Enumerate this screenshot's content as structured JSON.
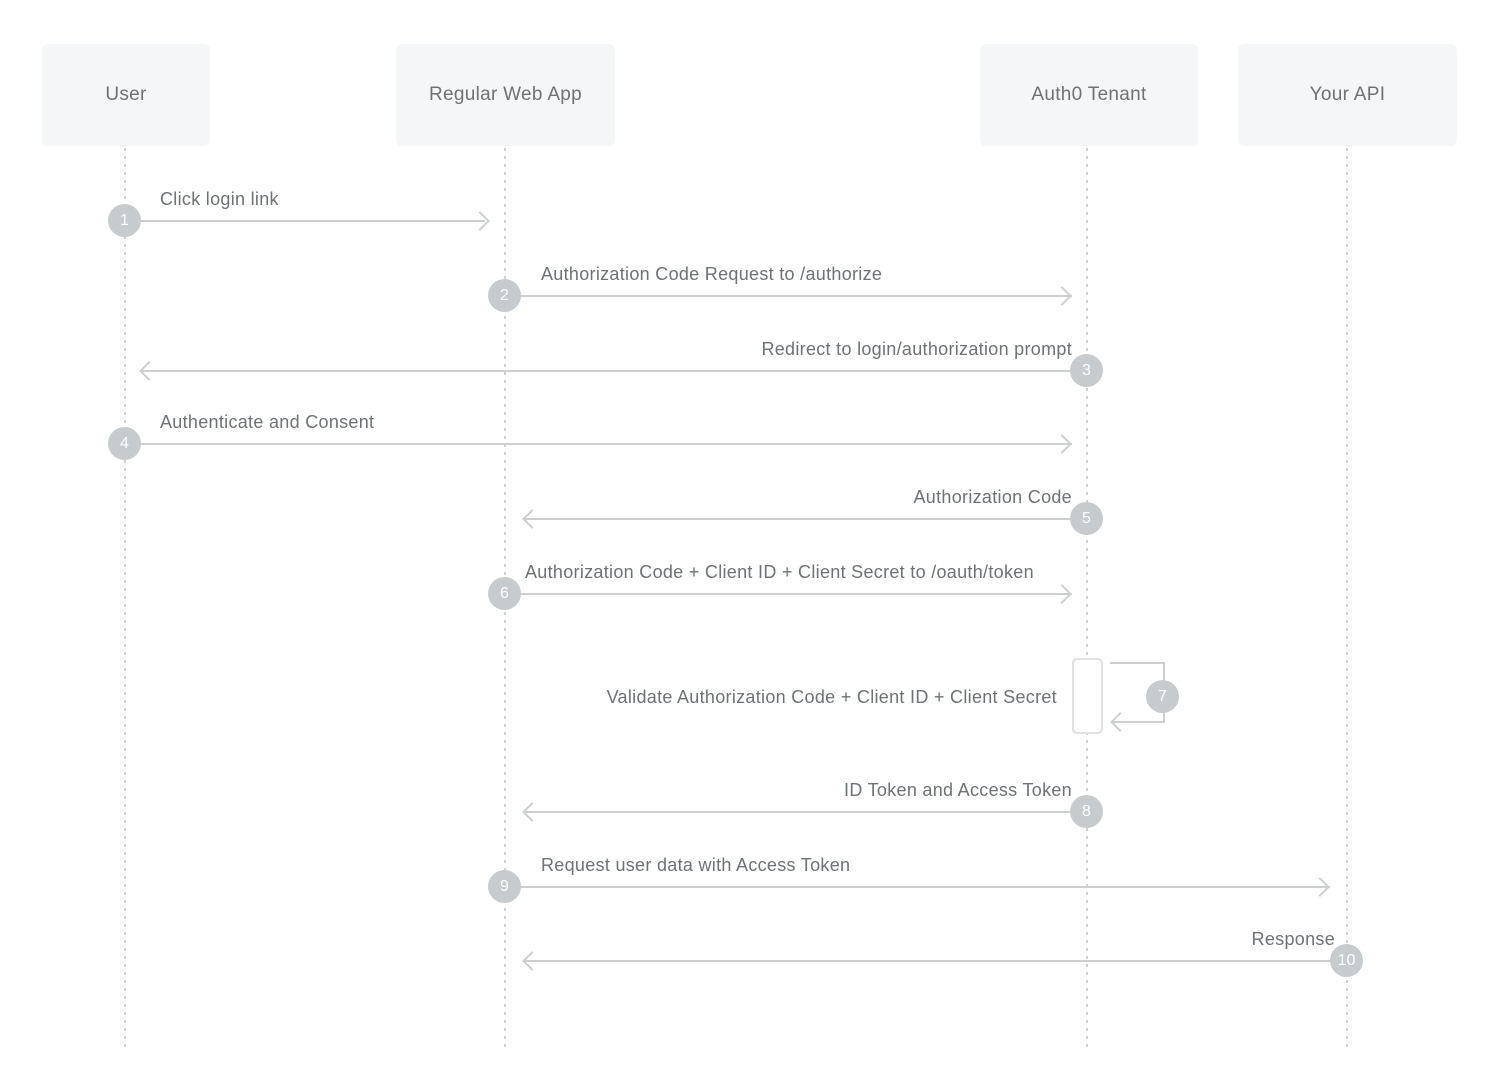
{
  "diagram": {
    "kind": "sequence-diagram",
    "actors": [
      {
        "name": "User"
      },
      {
        "name": "Regular Web App"
      },
      {
        "name": "Auth0 Tenant"
      },
      {
        "name": "Your API"
      }
    ],
    "steps": [
      {
        "number": "1",
        "label": "Click login link",
        "from": "User",
        "to": "Regular Web App"
      },
      {
        "number": "2",
        "label": "Authorization Code Request to /authorize",
        "from": "Regular Web App",
        "to": "Auth0 Tenant"
      },
      {
        "number": "3",
        "label": "Redirect to login/authorization prompt",
        "from": "Auth0 Tenant",
        "to": "User"
      },
      {
        "number": "4",
        "label": "Authenticate and Consent",
        "from": "User",
        "to": "Auth0 Tenant"
      },
      {
        "number": "5",
        "label": "Authorization Code",
        "from": "Auth0 Tenant",
        "to": "Regular Web App"
      },
      {
        "number": "6",
        "label": "Authorization Code + Client ID + Client Secret to /oauth/token",
        "from": "Regular Web App",
        "to": "Auth0 Tenant"
      },
      {
        "number": "7",
        "label": "Validate Authorization Code + Client ID + Client Secret",
        "from": "Auth0 Tenant",
        "to": "Auth0 Tenant",
        "self_message": true
      },
      {
        "number": "8",
        "label": "ID Token and Access Token",
        "from": "Auth0 Tenant",
        "to": "Regular Web App"
      },
      {
        "number": "9",
        "label": "Request user data with Access Token",
        "from": "Regular Web App",
        "to": "Your API"
      },
      {
        "number": "10",
        "label": "Response",
        "from": "Your API",
        "to": "Regular Web App"
      }
    ],
    "colors": {
      "background": "#ffffff",
      "actor_box": "#f5f6f7",
      "text": "#6e7275",
      "arrow_line": "#cdcfd1",
      "badge": "#c8cbcd",
      "badge_text": "#ffffff"
    }
  }
}
